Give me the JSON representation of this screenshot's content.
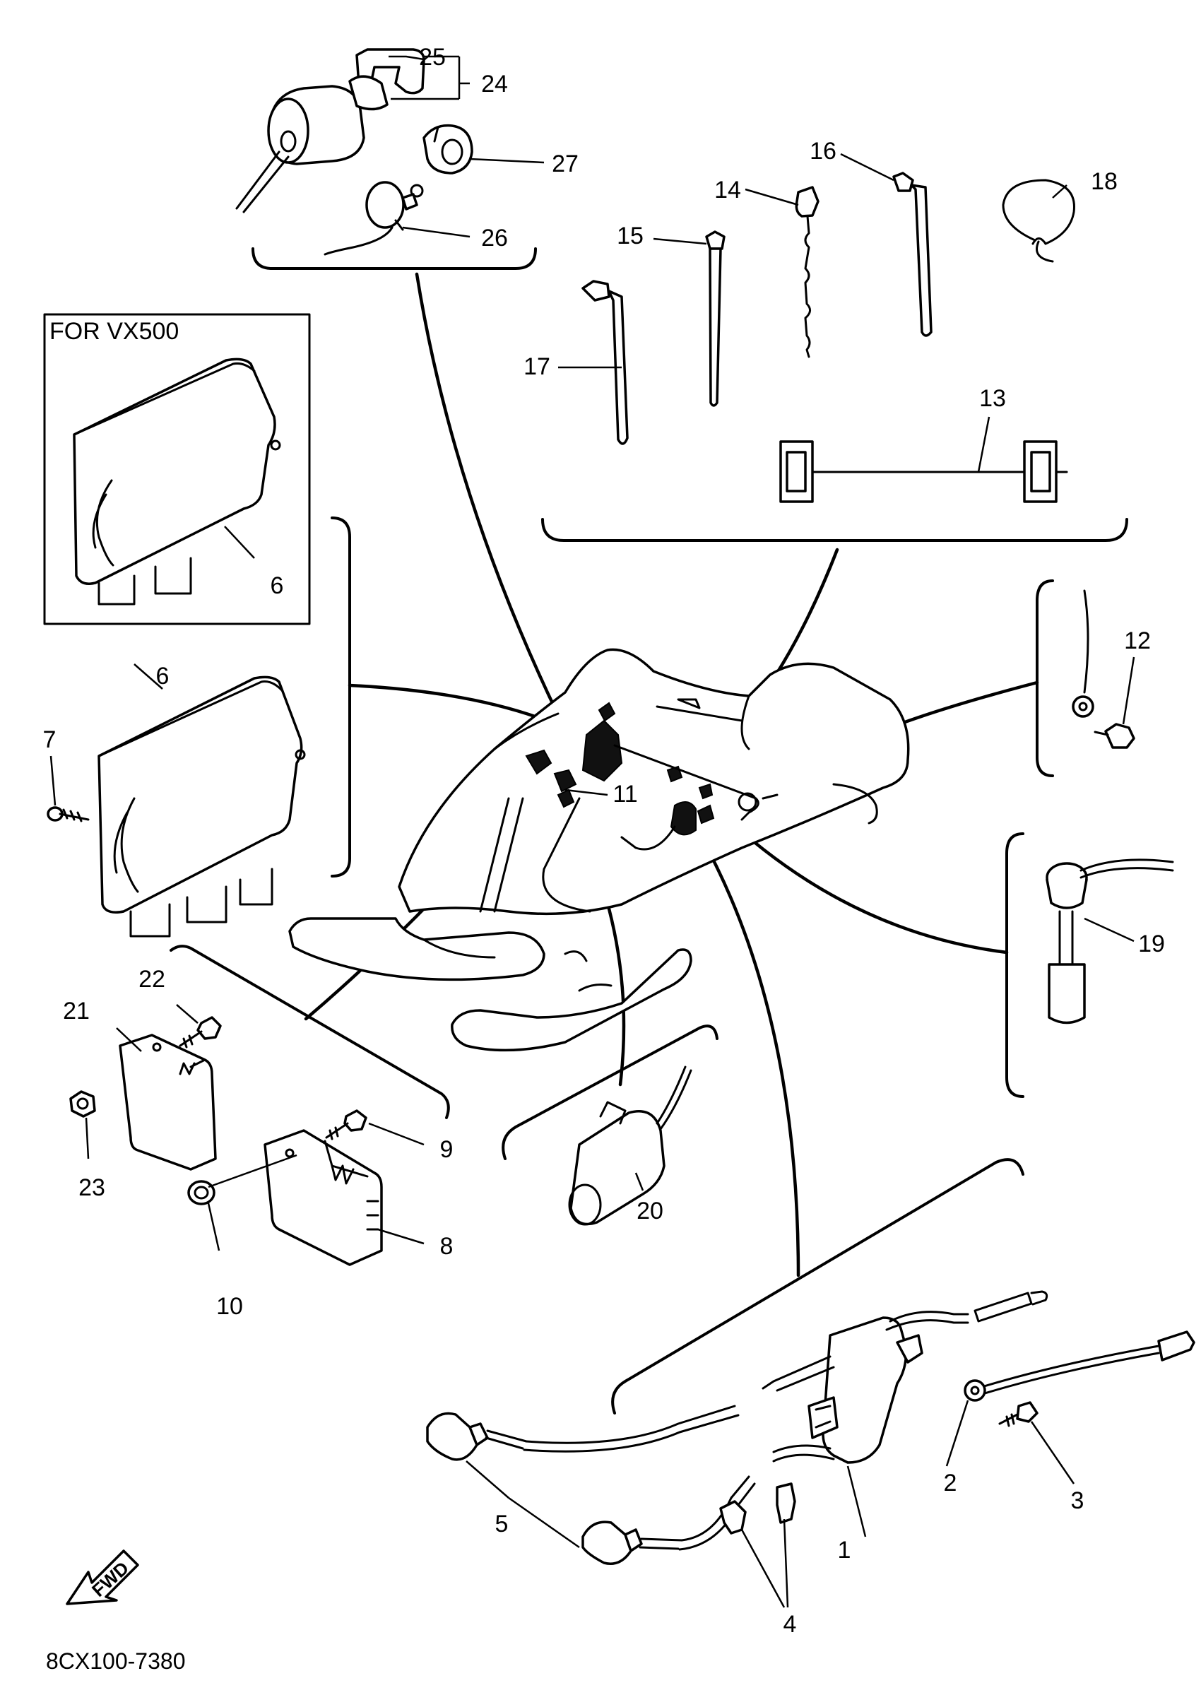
{
  "diagram": {
    "inset_label": "FOR VX500",
    "drawing_code": "8CX100-7380",
    "direction_label": "FWD",
    "callouts": [
      "1",
      "2",
      "3",
      "4",
      "5",
      "6",
      "6",
      "7",
      "8",
      "9",
      "10",
      "11",
      "12",
      "13",
      "14",
      "15",
      "16",
      "17",
      "18",
      "19",
      "20",
      "21",
      "22",
      "23",
      "24",
      "25",
      "26",
      "27"
    ]
  },
  "icons": {
    "forward_arrow": "arrow-left-down-icon"
  }
}
